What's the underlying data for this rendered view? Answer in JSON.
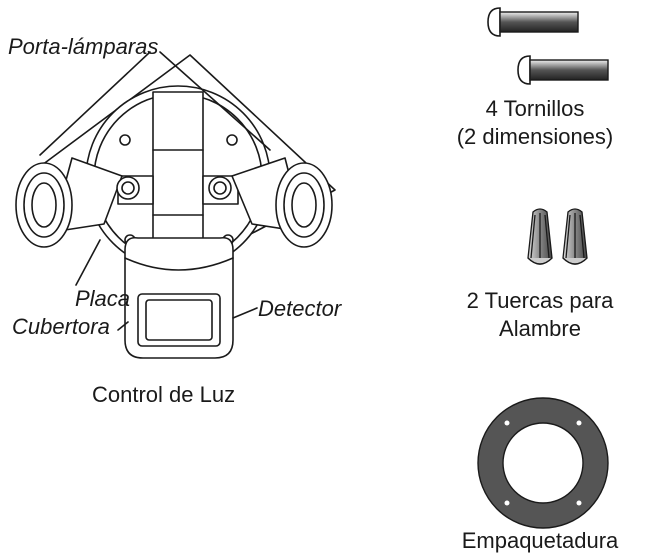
{
  "labels": {
    "lampholders": "Porta-lámparas",
    "cover_plate_line1": "Placa",
    "cover_plate_line2": "Cubertora",
    "detector": "Detector",
    "light_control": "Control de Luz",
    "screws_line1": "4 Tornillos",
    "screws_line2": "(2 dimensiones)",
    "wire_nuts_line1": "2 Tuercas para",
    "wire_nuts_line2": "Alambre",
    "gasket": "Empaquetadura"
  },
  "colors": {
    "line": "#1a1a1a",
    "fill": "#ffffff",
    "gasket": "#555555"
  }
}
